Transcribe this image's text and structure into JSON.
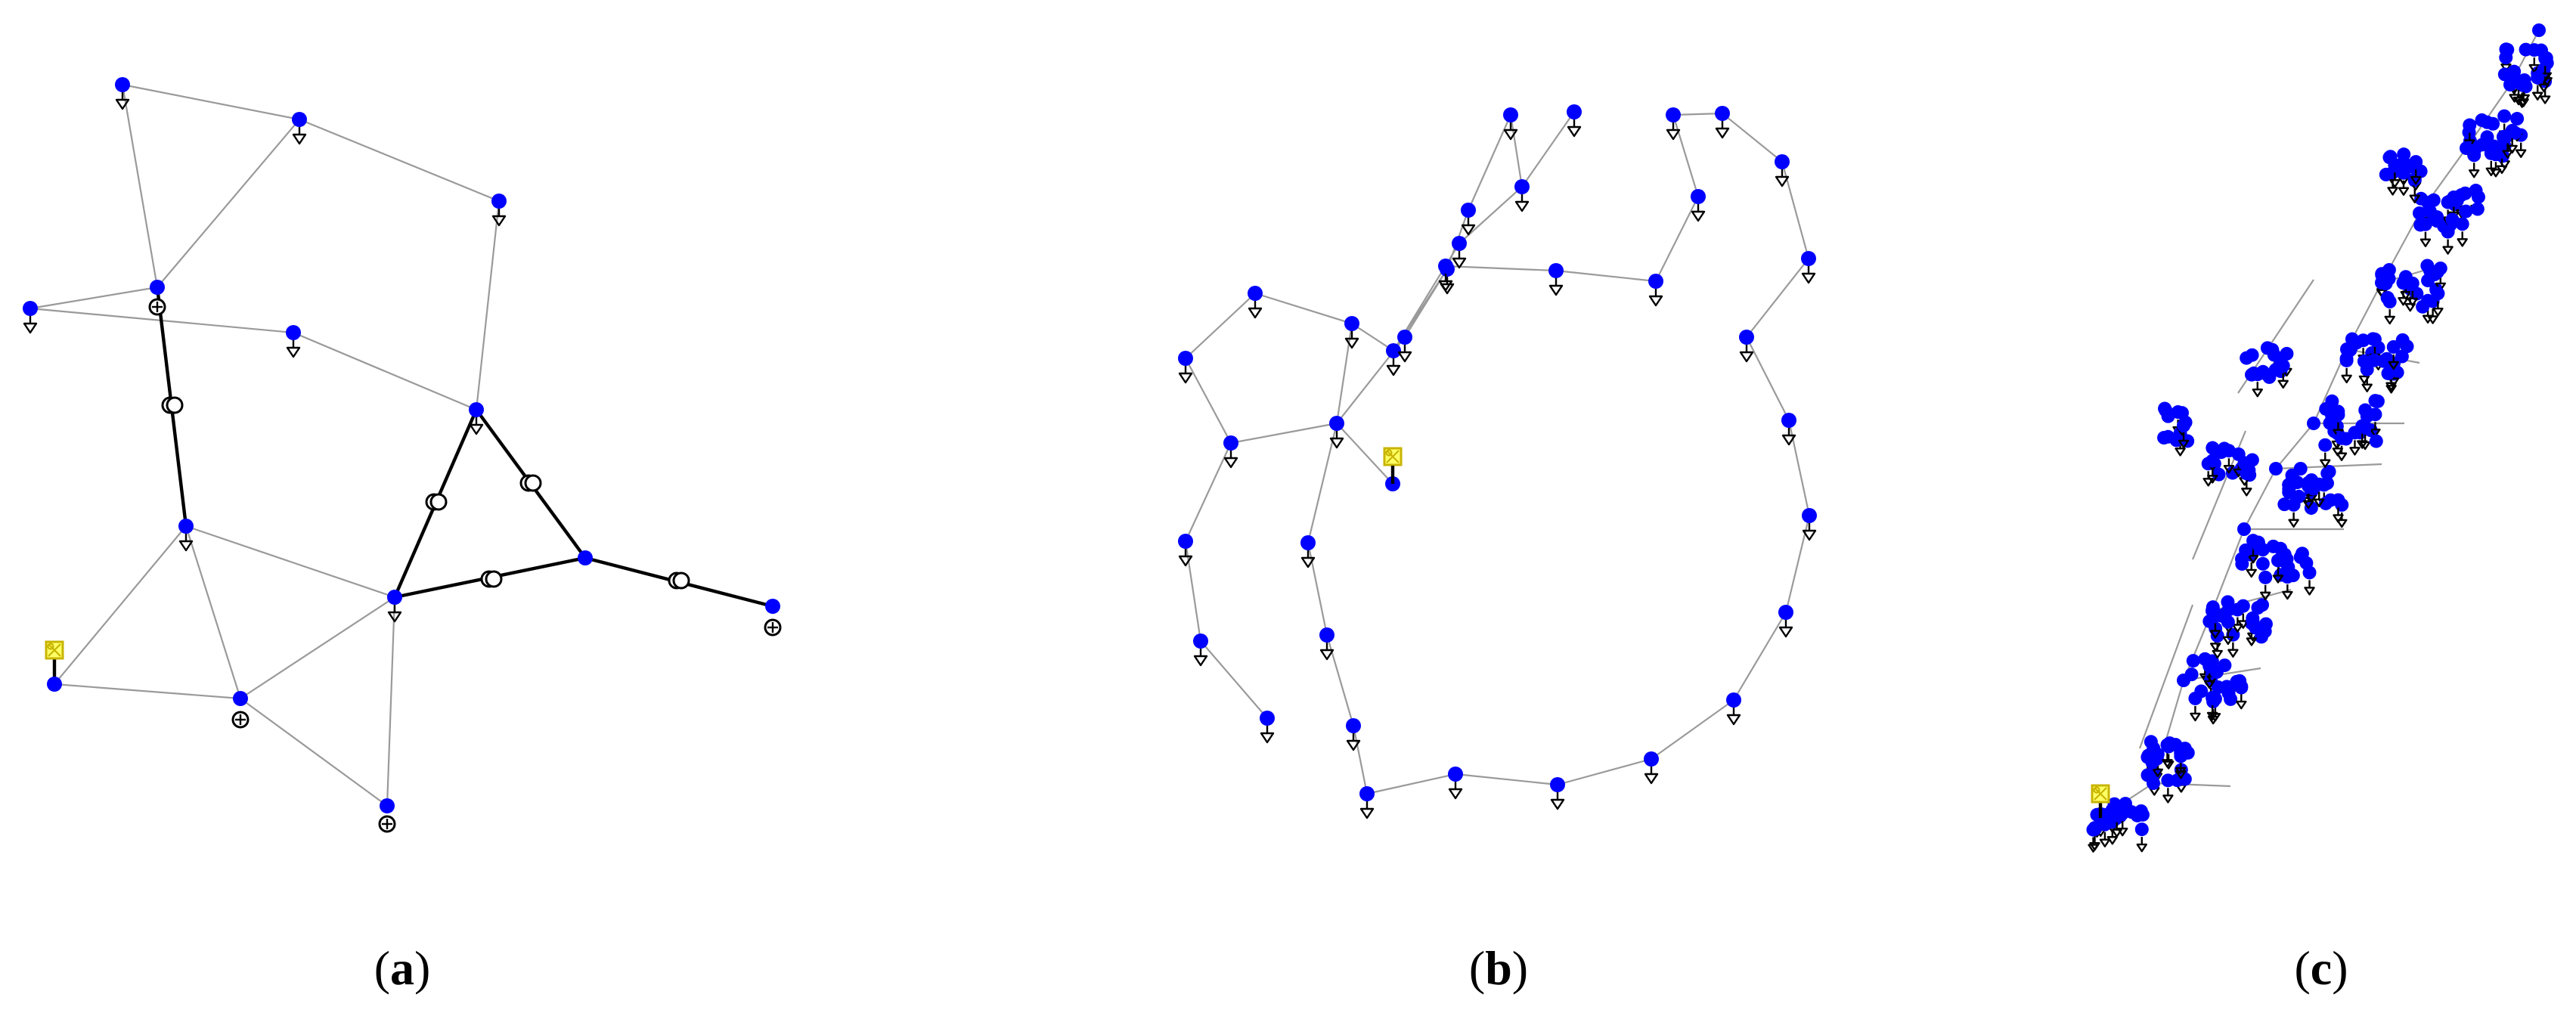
{
  "figure": {
    "colors": {
      "node": "#0000ff",
      "pipe": "#9a9a9a",
      "main_pipe": "#000000",
      "source_fill": "#ffff66",
      "source_stroke": "#c8b400"
    },
    "icons": {
      "node": "blue-dot",
      "demand": "down-triangle-icon",
      "source": "reservoir-box-icon",
      "valve": "double-ring-icon"
    },
    "panels": [
      {
        "id": "a",
        "caption_open": "(",
        "caption_letter": "a",
        "caption_close": ")"
      },
      {
        "id": "b",
        "caption_open": "(",
        "caption_letter": "b",
        "caption_close": ")"
      },
      {
        "id": "c",
        "caption_open": "(",
        "caption_letter": "c",
        "caption_close": ")"
      }
    ]
  }
}
